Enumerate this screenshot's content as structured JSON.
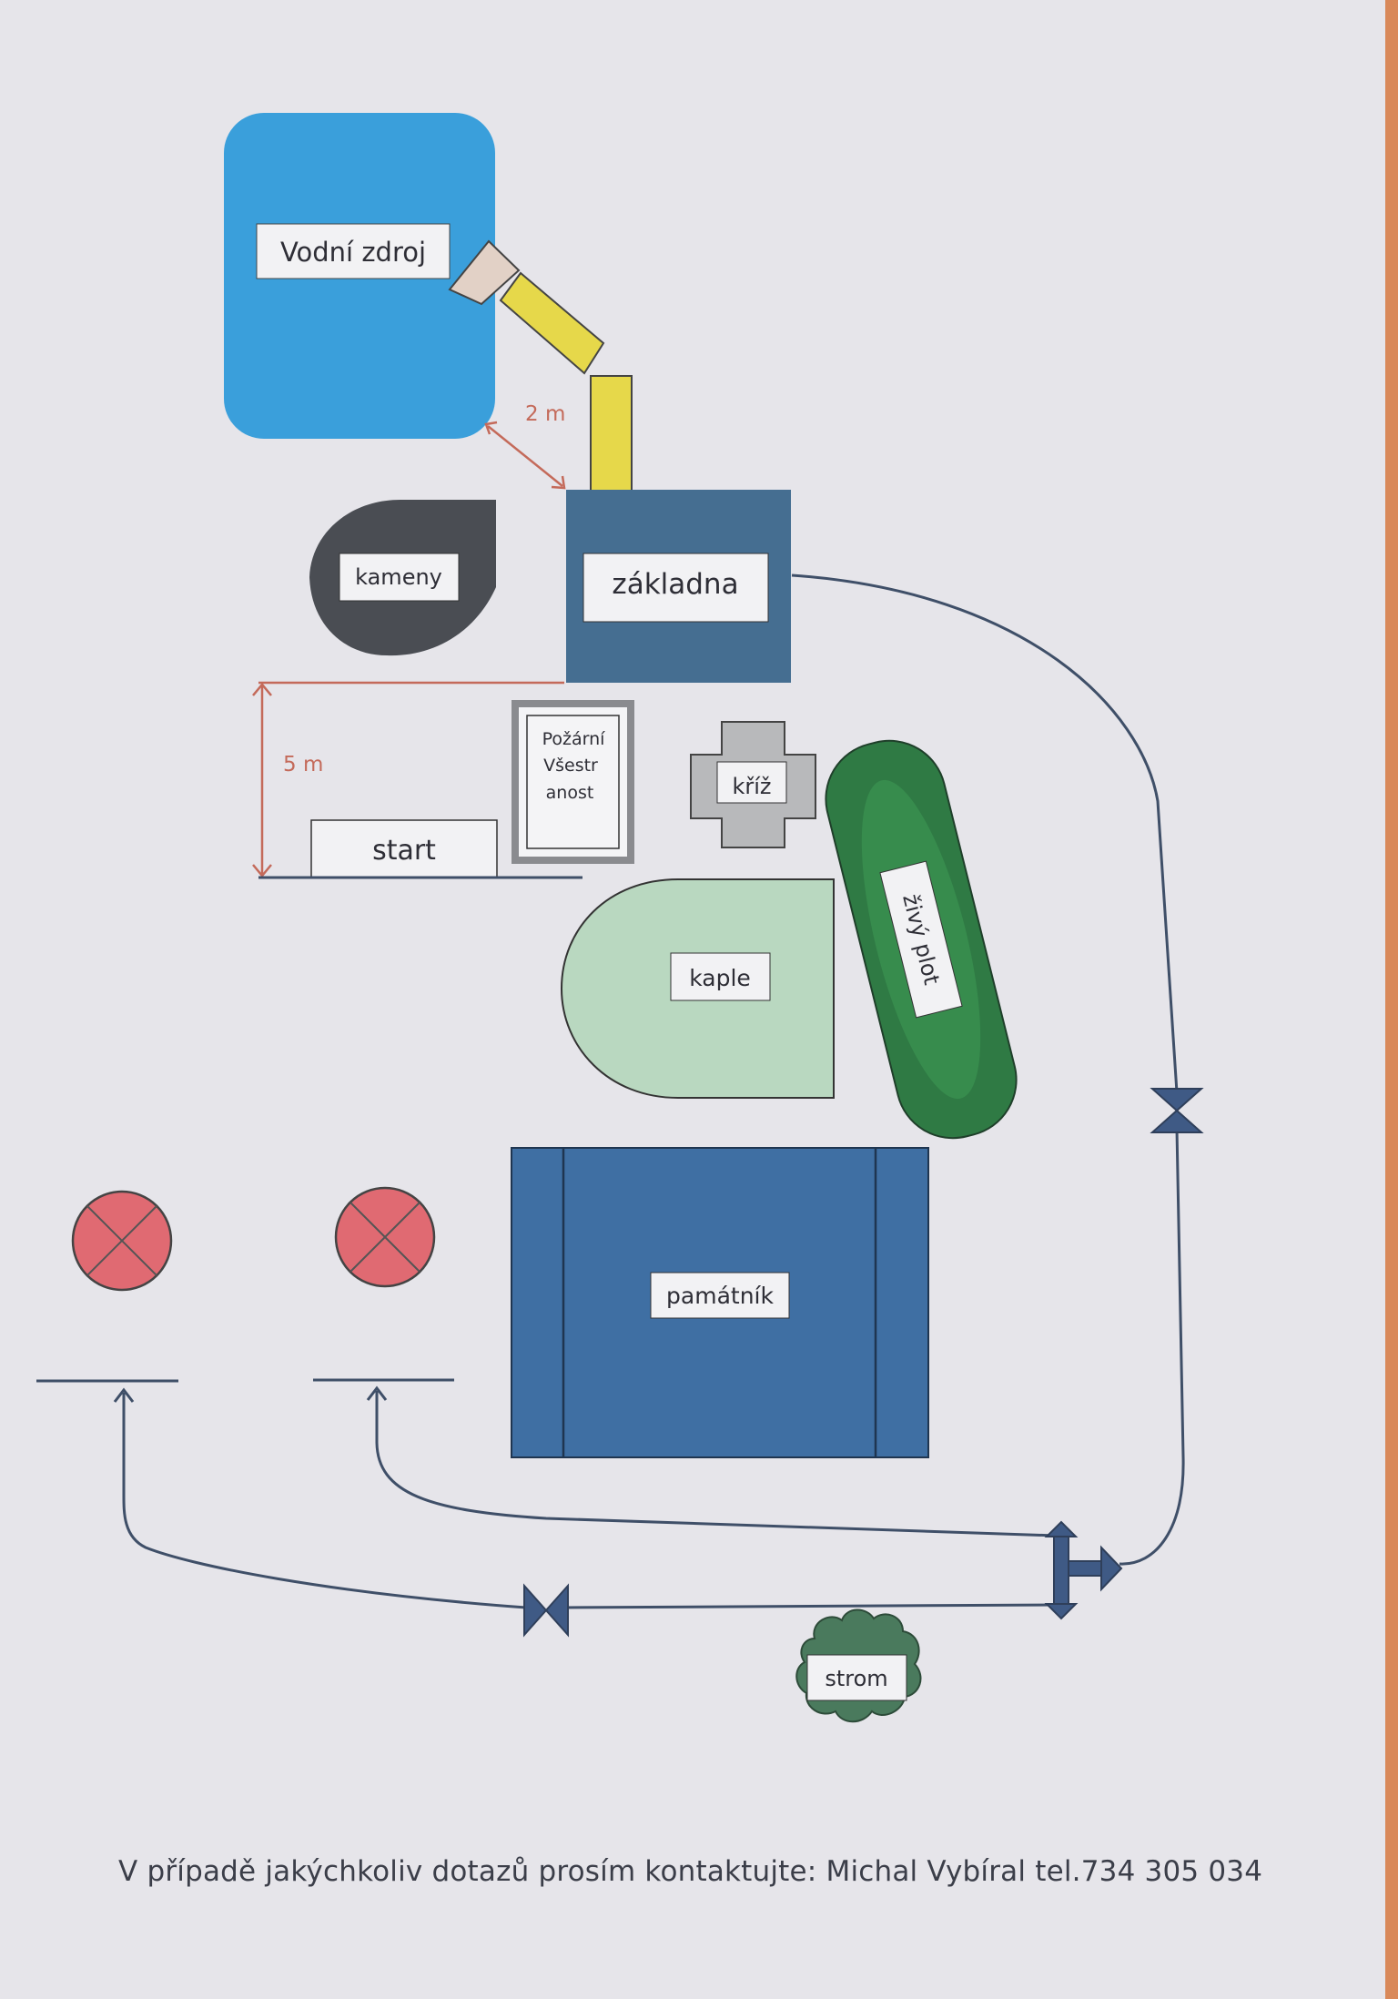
{
  "diagram": {
    "labels": {
      "water_source": "Vodní zdroj",
      "distance_2m": "2 m",
      "stones": "kameny",
      "base": "základna",
      "distance_5m": "5 m",
      "start": "start",
      "fire_line1": "Požární",
      "fire_line2": "Všestr",
      "fire_line3": "anost",
      "cross": "kříž",
      "hedge": "živý plot",
      "chapel": "kaple",
      "memorial": "památník",
      "tree": "strom"
    },
    "colors": {
      "water": "#3a9fdb",
      "hose": "#e6d84a",
      "stones": "#4a4d53",
      "base": "#456e91",
      "cross": "#b8b9bb",
      "hedge": "#2f7a44",
      "chapel": "#b9d8c0",
      "memorial": "#3f6fa3",
      "target": "#e06a72",
      "tree": "#4a7a5d",
      "measure": "#c46a5a",
      "hose_line": "#3f4f68"
    },
    "icons": [
      "target-cross-icon",
      "valve-icon",
      "distributor-icon"
    ]
  },
  "footer": {
    "text": "V případě jakýchkoliv dotazů prosím kontaktujte: Michal Vybíral tel.734 305 034"
  }
}
